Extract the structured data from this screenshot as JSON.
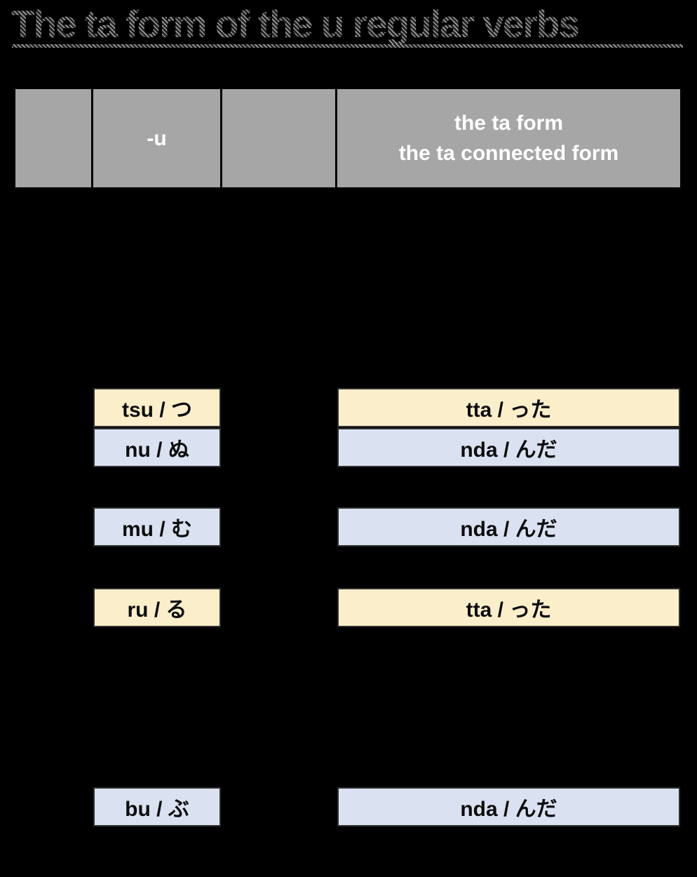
{
  "title": "The ta form of the u regular verbs",
  "colors": {
    "background": "#000000",
    "header_bg": "#a6a6a6",
    "header_text": "#ffffff",
    "highlight_yellow": "#fbefcb",
    "highlight_blue": "#dae2f2",
    "title_hatch_light": "#9a9a9a",
    "title_hatch_dark": "#222222"
  },
  "table": {
    "header": {
      "ending_label": "-u",
      "result_line1": "the ta form",
      "result_line2": "the ta connected form"
    },
    "rows": [
      {
        "ending": "tsu / つ",
        "result": "tta / った",
        "highlight": "yellow"
      },
      {
        "ending": "nu / ぬ",
        "result": "nda / んだ",
        "highlight": "blue"
      },
      {
        "ending": "mu / む",
        "result": "nda / んだ",
        "highlight": "blue"
      },
      {
        "ending": "ru / る",
        "result": "tta / った",
        "highlight": "yellow"
      },
      {
        "ending": "bu / ぶ",
        "result": "nda / んだ",
        "highlight": "blue"
      }
    ]
  }
}
